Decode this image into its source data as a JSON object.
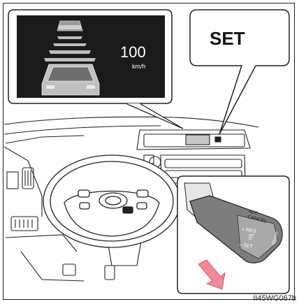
{
  "display": {
    "speed_value": "100",
    "speed_unit": "km/h"
  },
  "callout": {
    "set_label": "SET"
  },
  "lever": {
    "label_cancel_top": "ACC",
    "label_cancel": "CANCEL",
    "label_res": "+ RES",
    "label_set": "– SET",
    "label_on_off": "ON-OFF"
  },
  "figure": {
    "code": "II45WG067b"
  },
  "colors": {
    "display_bg": "#1a1a1a",
    "arrow_fill": "#f08a96",
    "line": "#222222"
  }
}
